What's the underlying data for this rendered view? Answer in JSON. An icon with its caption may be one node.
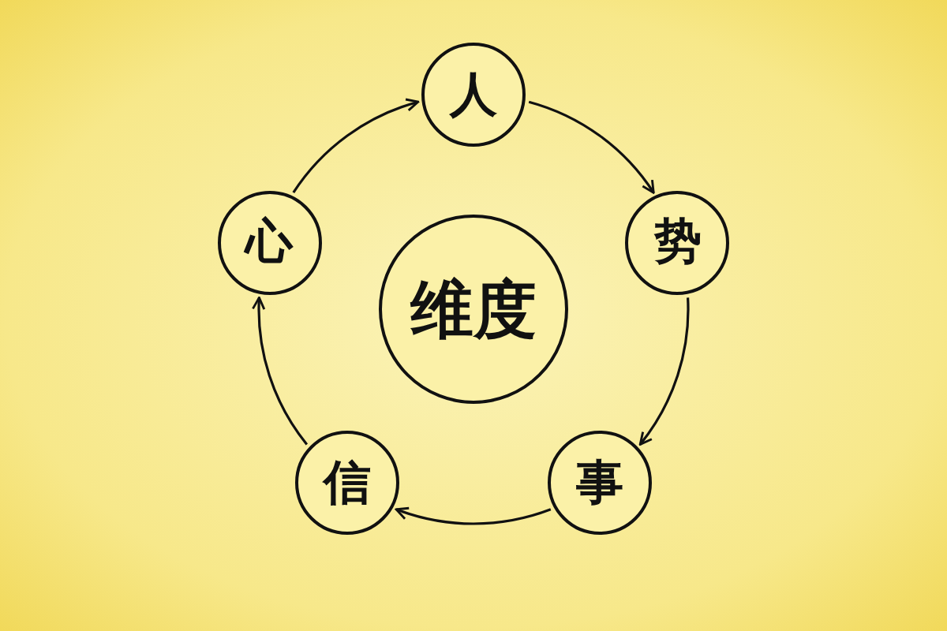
{
  "diagram": {
    "nodes": [
      {
        "text": [
          "人"
        ]
      },
      {
        "text": [
          "势"
        ]
      },
      {
        "text": [
          "事"
        ]
      },
      {
        "text": [
          "信"
        ]
      },
      {
        "text": [
          "心"
        ]
      },
      {
        "text": [
          "维度"
        ]
      }
    ],
    "edges": [
      {
        "from": 0,
        "to": 1,
        "arrow": "to"
      },
      {
        "from": 1,
        "to": 2,
        "arrow": "to"
      },
      {
        "from": 2,
        "to": 3,
        "arrow": "to"
      },
      {
        "from": 3,
        "to": 4,
        "arrow": "to"
      },
      {
        "from": 4,
        "to": 0,
        "arrow": "to"
      }
    ]
  }
}
